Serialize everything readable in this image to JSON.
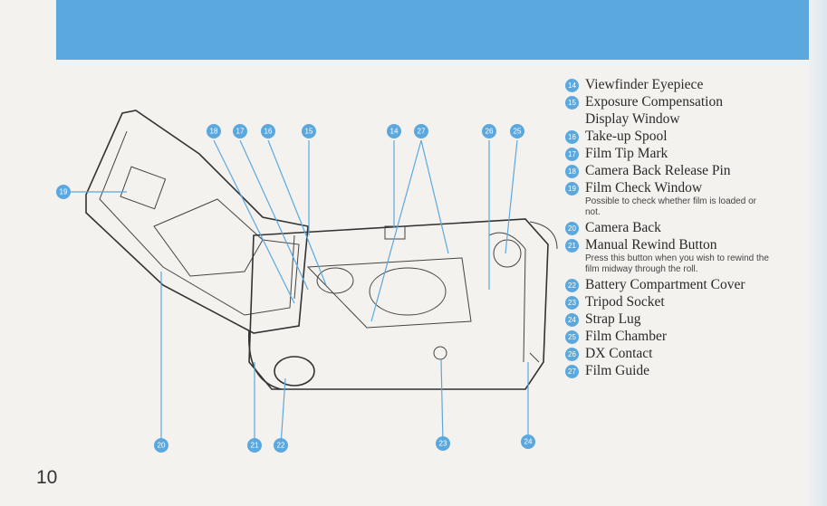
{
  "page_number": "10",
  "callouts": {
    "c14": "14",
    "c15": "15",
    "c16": "16",
    "c17": "17",
    "c18": "18",
    "c19": "19",
    "c20": "20",
    "c21": "21",
    "c22": "22",
    "c23": "23",
    "c24": "24",
    "c25": "25",
    "c26": "26",
    "c27": "27"
  },
  "legend": [
    {
      "num": "14",
      "label": "Viewfinder Eyepiece",
      "note": ""
    },
    {
      "num": "15",
      "label": "Exposure Compensation Display Window",
      "note": ""
    },
    {
      "num": "16",
      "label": "Take-up Spool",
      "note": ""
    },
    {
      "num": "17",
      "label": "Film Tip Mark",
      "note": ""
    },
    {
      "num": "18",
      "label": "Camera Back Release Pin",
      "note": ""
    },
    {
      "num": "19",
      "label": "Film Check Window",
      "note": "Possible to check whether film is loaded or not."
    },
    {
      "num": "20",
      "label": "Camera Back",
      "note": ""
    },
    {
      "num": "21",
      "label": "Manual Rewind Button",
      "note": "Press this button when you wish to rewind the film midway through the roll."
    },
    {
      "num": "22",
      "label": "Battery Compartment Cover",
      "note": ""
    },
    {
      "num": "23",
      "label": "Tripod Socket",
      "note": ""
    },
    {
      "num": "24",
      "label": "Strap Lug",
      "note": ""
    },
    {
      "num": "25",
      "label": "Film Chamber",
      "note": ""
    },
    {
      "num": "26",
      "label": "DX Contact",
      "note": ""
    },
    {
      "num": "27",
      "label": "Film Guide",
      "note": ""
    }
  ]
}
